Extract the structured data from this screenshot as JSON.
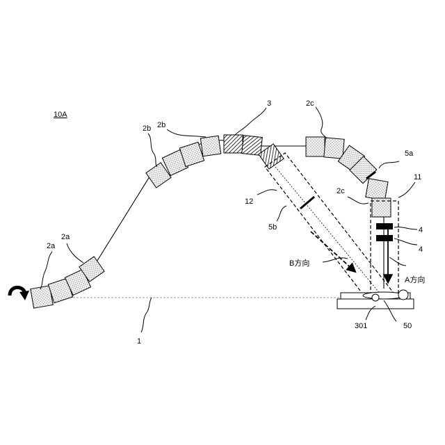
{
  "figure_label": "10A",
  "labels": {
    "axis": "1",
    "mag_2a_left": "2a",
    "mag_2a_right": "2a",
    "mag_2b_left": "2b",
    "mag_2b_right": "2b",
    "mag_3": "3",
    "mag_2c_top": "2c",
    "mag_2c_lower": "2c",
    "mag_5a": "5a",
    "mag_5b": "5b",
    "region_11": "11",
    "region_12": "12",
    "quad_4_top": "4",
    "quad_4_bottom": "4",
    "dir_a": "A方向",
    "dir_b": "B方向",
    "patient_301": "301",
    "target_50": "50"
  },
  "colors": {
    "stroke": "#000000",
    "dotted_fill": "#e6e6e6",
    "axis_line": "#9a9a9a"
  },
  "icons": {
    "rotation": "curved-arrow-icon"
  }
}
